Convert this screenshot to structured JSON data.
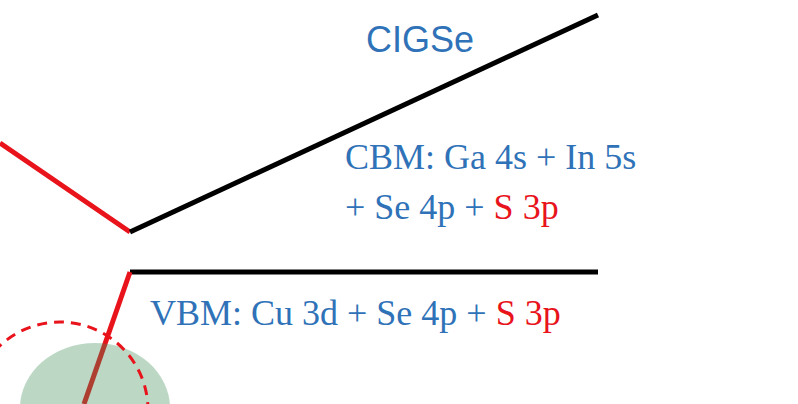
{
  "diagram": {
    "labels": [
      "CIGSe",
      "CBM: Ga 4s + In 5s",
      "+ Se 4p +",
      "S 3p",
      "VBM: Cu 3d + Se 4p +",
      "S 3p"
    ]
  }
}
